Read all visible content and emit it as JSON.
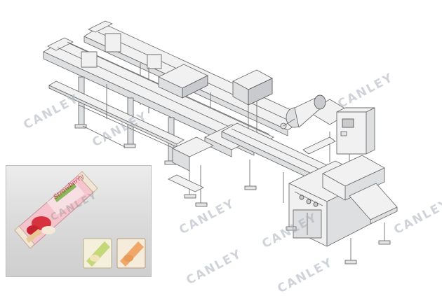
{
  "image": {
    "subject": "horizontal-flow-packing-machine",
    "watermark": "CANLEY",
    "watermark_color": "#aab0bb"
  },
  "inset": {
    "subject": "packaged-bar-samples",
    "package_brand": "Strawberry"
  },
  "colors": {
    "machine_steel": "#f1f1f2",
    "machine_outline": "#6b6b6b",
    "package_pink": "#f2b9c3",
    "package_green": "#c4d87a",
    "package_orange": "#f0a86a"
  }
}
